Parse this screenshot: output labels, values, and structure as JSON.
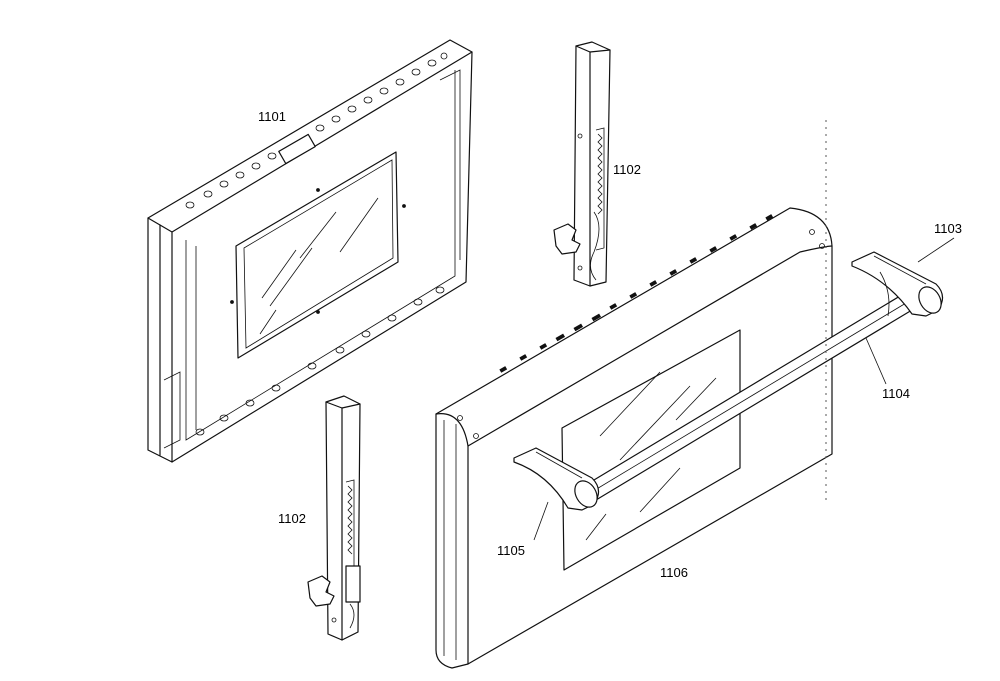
{
  "labels": {
    "p1101": "1101",
    "p1102_top": "1102",
    "p1102_bottom": "1102",
    "p1103": "1103",
    "p1104": "1104",
    "p1105": "1105",
    "p1106": "1106"
  }
}
